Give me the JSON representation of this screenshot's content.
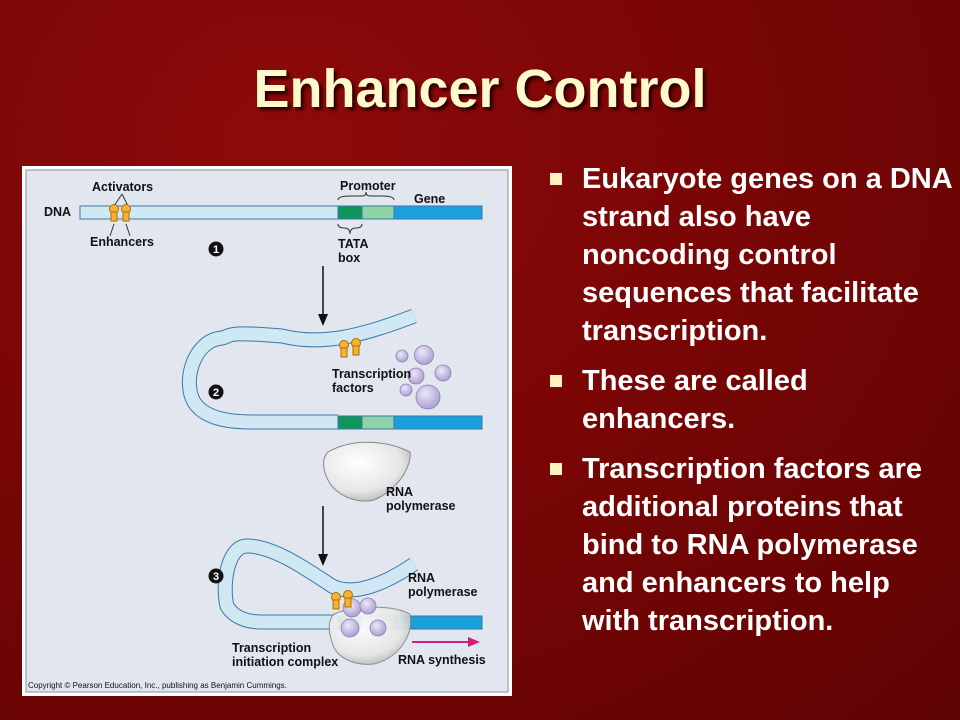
{
  "slide": {
    "title": "Enhancer Control",
    "bullets": [
      "Eukaryote genes on a DNA strand also have noncoding control sequences that facilitate transcription.",
      "These are called enhancers.",
      "Transcription factors are additional proteins that bind to RNA polymerase and enhancers to help with transcription."
    ]
  },
  "figure": {
    "labels": {
      "activators": "Activators",
      "dna": "DNA",
      "enhancers": "Enhancers",
      "promoter": "Promoter",
      "gene": "Gene",
      "tata1": "TATA",
      "tata2": "box",
      "tf1": "Transcription",
      "tf2": "factors",
      "rnap_a1": "RNA",
      "rnap_a2": "polymerase",
      "rnap_b1": "RNA",
      "rnap_b2": "polymerase",
      "tic1": "Transcription",
      "tic2": "initiation complex",
      "synthesis": "RNA synthesis",
      "copyright": "Copyright © Pearson Education, Inc., publishing as Benjamin Cummings."
    },
    "steps": [
      "1",
      "2",
      "3"
    ]
  },
  "colors": {
    "background": "#7a0606",
    "title": "#fffacd",
    "dna": "#cfe8f4",
    "tata": "#11965a",
    "promoter": "#8fd3a6",
    "gene": "#1aa0df",
    "activator": "#f5b430",
    "protein": "#b9aedb",
    "rna_arrow": "#d81b7a"
  }
}
